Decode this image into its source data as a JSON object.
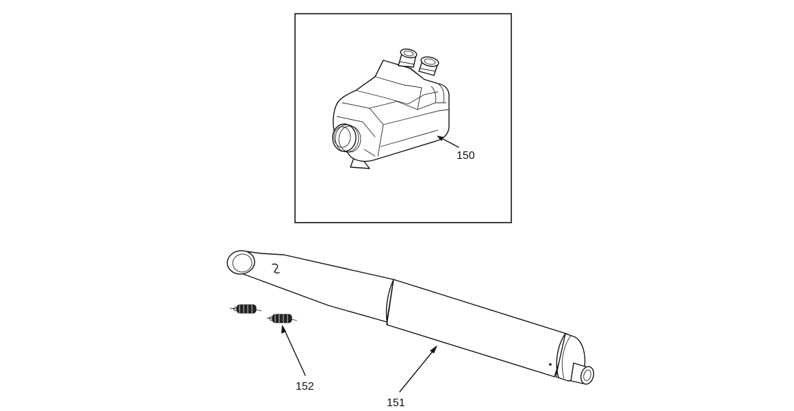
{
  "callouts": [
    {
      "id": "airbox",
      "label": "150"
    },
    {
      "id": "muffler",
      "label": "151"
    },
    {
      "id": "springs",
      "label": "152"
    }
  ],
  "colors": {
    "line": "#111111",
    "background": "#ffffff"
  }
}
